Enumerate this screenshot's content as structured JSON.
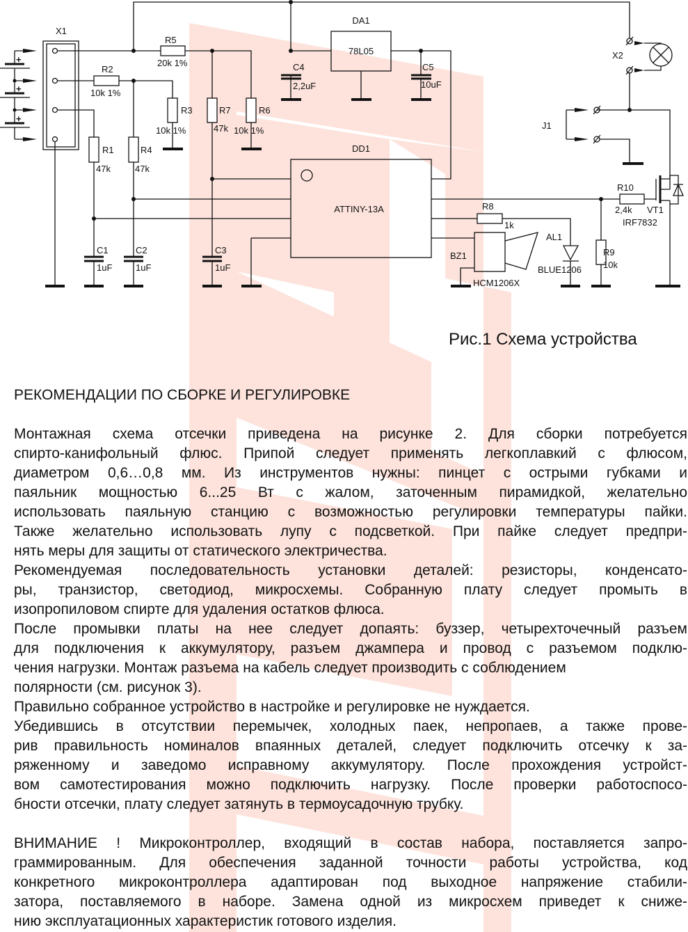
{
  "figure": {
    "labels": {
      "X1": "X1",
      "X2": "X2",
      "J1": "J1",
      "DA1": "DA1",
      "DA1_part": "78L05",
      "DD1": "DD1",
      "DD1_part": "ATTINY-13A",
      "R1": "R1",
      "R1_val": "47k",
      "R2": "R2",
      "R2_val": "10k 1%",
      "R3": "R3",
      "R3_val": "10k 1%",
      "R4": "R4",
      "R4_val": "47k",
      "R5": "R5",
      "R5_val": "20k 1%",
      "R6": "R6",
      "R6_val": "10k 1%",
      "R7": "R7",
      "R7_val": "47k",
      "R8": "R8",
      "R8_val": "1k",
      "R9": "R9",
      "R9_val": "10k",
      "R10": "R10",
      "R10_val": "2,4k",
      "C1": "C1",
      "C1_val": "1uF",
      "C2": "C2",
      "C2_val": "1uF",
      "C3": "C3",
      "C3_val": "1uF",
      "C4": "C4",
      "C4_val": "2,2uF",
      "C5": "C5",
      "C5_val": "10uF",
      "AL1": "AL1",
      "AL1_part": "BLUE1206",
      "BZ1": "BZ1",
      "BZ1_part": "HCM1206X",
      "VT1": "VT1",
      "VT1_part": "IRF7832",
      "plus": "+"
    },
    "watermark_color": "#fde3dc"
  },
  "caption": "Рис.1 Схема устройства",
  "section_heading": "РЕКОМЕНДАЦИИ ПО СБОРКЕ И РЕГУЛИРОВКЕ",
  "paragraphs": [
    [
      "Монтажная  схема  отсечки  приведена  на  рисунке 2. Для сборки потребуется",
      "спирто-канифольный  флюс. Припой следует применять легкоплавкий с  флюсом,",
      "диаметром   0,6…0,8 мм.  Из   инструментов  нужны: пинцет  с острыми губками и",
      "паяльник   мощностью   6...25 Вт с жалом, заточенным  пирамидкой,  желательно",
      "использовать паяльную станцию с возможностью регулировки температуры пайки.",
      "Также  желательно  использовать  лупу  с подсветкой. При пайке следует предпри-",
      "нять меры для защиты от статического электричества."
    ],
    [
      "Рекомендуемая  последовательность установки деталей: резисторы, конденсато-",
      "ры,  транзистор,  светодиод, микросхемы.  Собранную плату  следует промыть  в",
      "изопропиловом спирте для удаления остатков флюса."
    ],
    [
      "После промывки  платы на нее следует допаять: буззер, четырехточечный разъем",
      "для подключения к аккумулятору, разъем джампера и провод с разъемом подклю-",
      "чения нагрузки. Монтаж разъема на кабель следует производить с соблюдением",
      "полярности (см. рисунок 3)."
    ],
    [
      "Правильно собранное устройство в настройке и регулировке не нуждается."
    ],
    [
      "Убедившись в отсутствии перемычек, холодных  паек,  непропаев,  а  также прове-",
      "рив правильность номиналов впаянных деталей, следует подключить отсечку к за-",
      "ряженному и заведомо исправному аккумулятору.  После  прохождения  устройст-",
      "вом самотестирования можно подключить нагрузку. После проверки  работоспосо-",
      "бности отсечки, плату следует затянуть в термоусадочную трубку."
    ]
  ],
  "warning": [
    "ВНИМАНИЕ ! Микроконтроллер, входящий в состав набора,  поставляется  запро-",
    "граммированным. Для обеспечения  заданной точности  работы  устройства,  код",
    "конкретного микроконтроллера адаптирован под  выходное  напряжение  стабили-",
    "затора, поставляемого в наборе. Замена одной из микросхем  приведет  к   сниже-",
    "нию эксплуатационных характеристик готового изделия."
  ]
}
